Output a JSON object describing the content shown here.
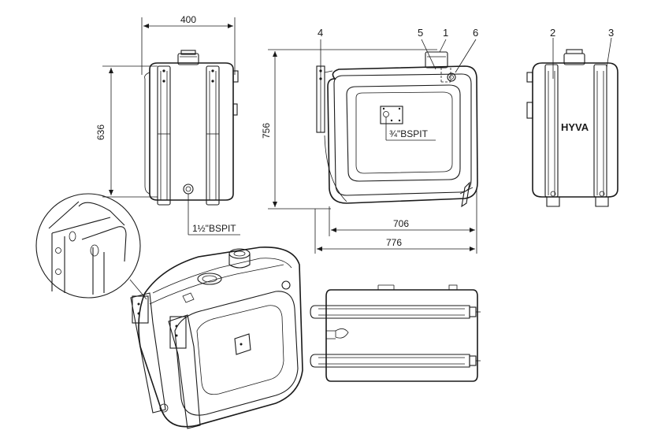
{
  "dimensions": {
    "width_top": "400",
    "height_side": "636",
    "height_front": "756",
    "width_inner": "706",
    "width_outer": "776"
  },
  "ports": {
    "bottom_outlet": "1½\"BSPIT",
    "front_port": "¾\"BSPIT"
  },
  "callouts": [
    "1",
    "2",
    "3",
    "4",
    "5",
    "6"
  ],
  "brand": "HYVA"
}
